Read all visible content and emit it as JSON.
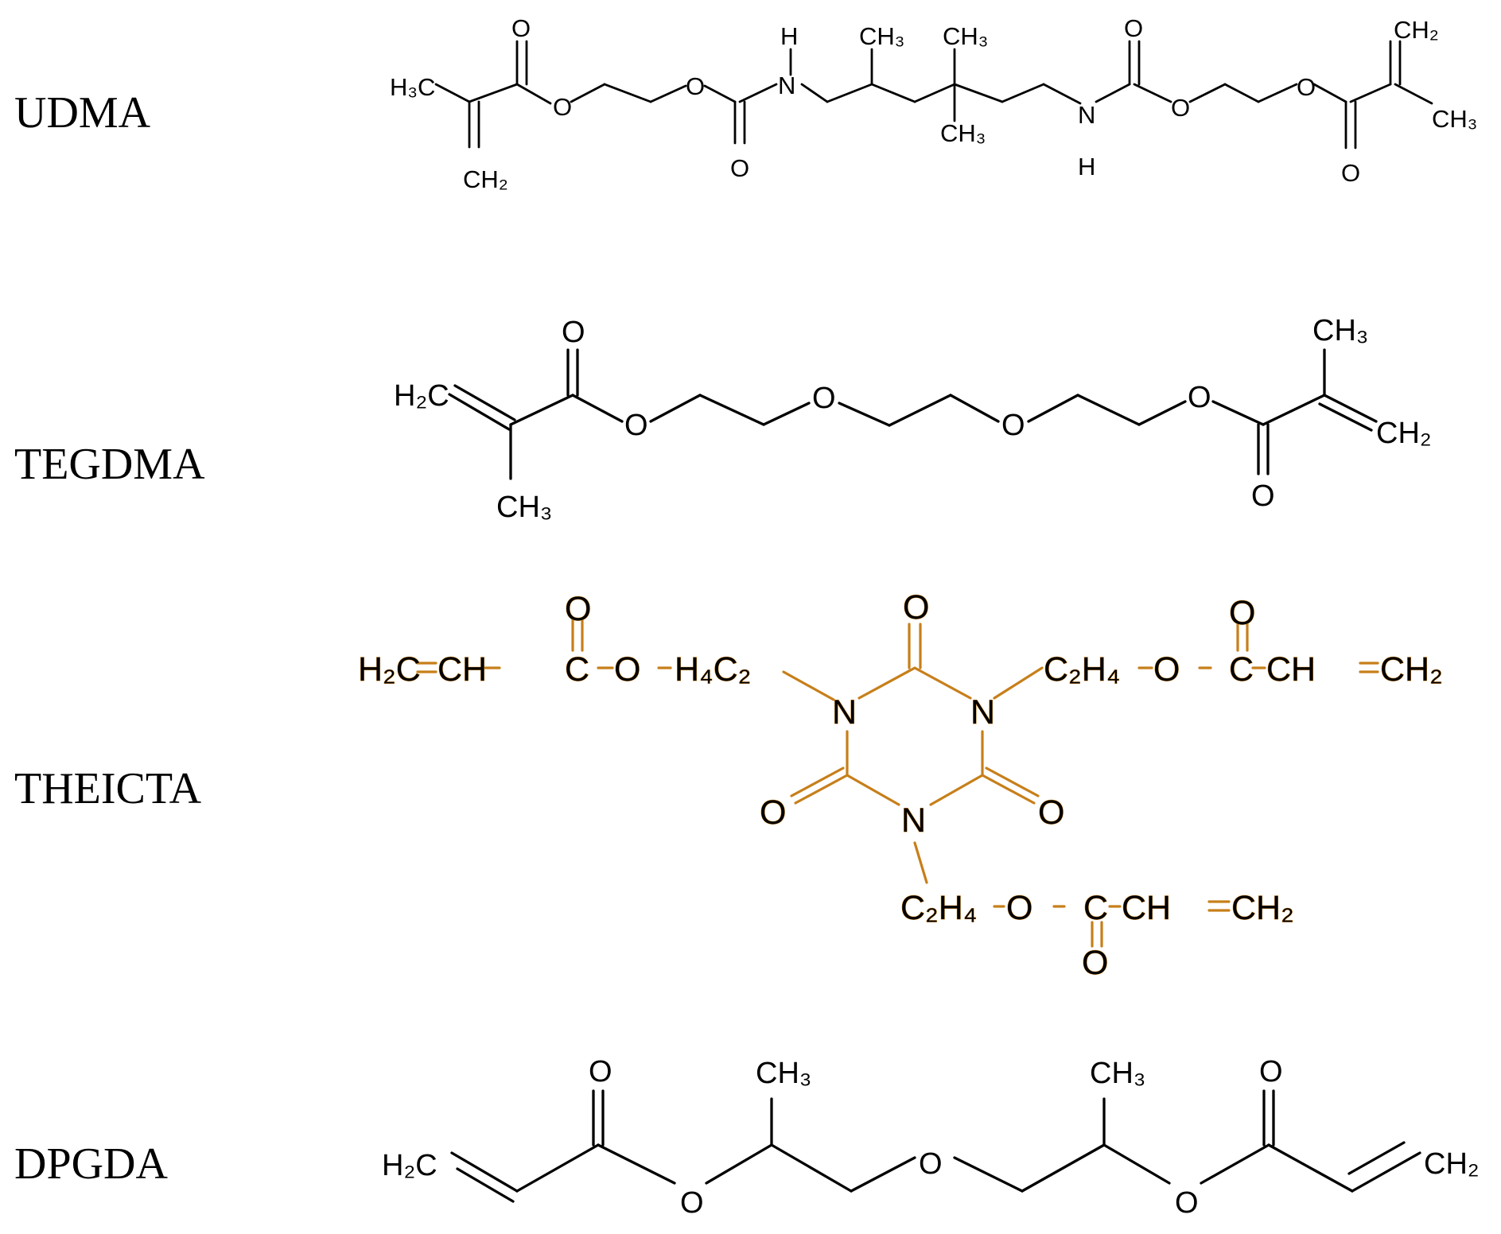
{
  "molecules": [
    {
      "name": "UDMA"
    },
    {
      "name": "TEGDMA"
    },
    {
      "name": "THEICTA"
    },
    {
      "name": "DPGDA"
    }
  ],
  "atoms": {
    "H3C": "H₃C",
    "H2C": "H₂C",
    "CH2": "CH₂",
    "CH3": "CH₃",
    "CH": "CH",
    "C": "C",
    "O": "O",
    "N": "N",
    "H": "H",
    "H4C2": "H₄C₂",
    "C2H4": "C₂H₄",
    "eq": "="
  },
  "colors": {
    "text": "#000000",
    "bonds": "#000000",
    "theicta_accent": "#d98a20",
    "background": "#ffffff"
  }
}
